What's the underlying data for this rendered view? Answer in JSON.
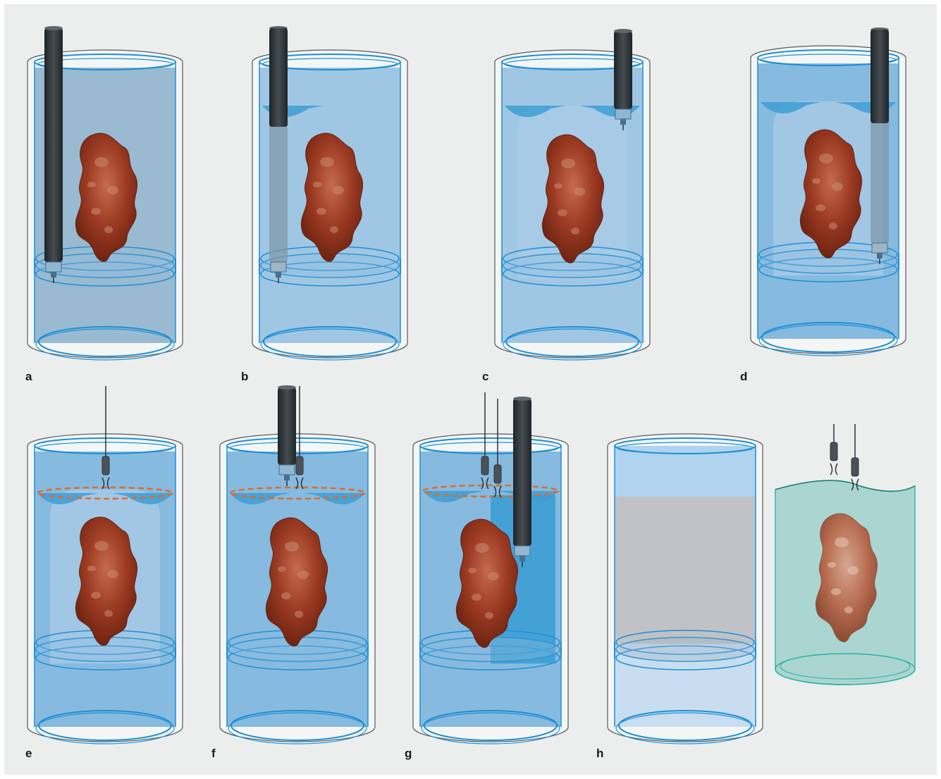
{
  "figure": {
    "panel_labels": [
      "a",
      "b",
      "c",
      "d",
      "e",
      "f",
      "g",
      "h"
    ]
  },
  "colors": {
    "background": "#eceeed",
    "outer_glass": "#f4f6f6",
    "glass_outline": "#555a5e",
    "blue_rim": "#1e8fd6",
    "liquid_light": "#9ac4e2",
    "liquid_mid": "#7fb6dc",
    "liquid_dark": "#3d9ed4",
    "probe": "#2e3438",
    "tissue": "#9b3a22",
    "gel_tint": "#a8d4d0",
    "gel_rim": "#2ab3a4",
    "cut_line": "#e06a2c",
    "gray_fill": "#c0c2c5"
  },
  "icons": {
    "probe": "ultrasound-probe-icon",
    "tissue": "tissue-specimen-icon",
    "hook": "suture-hook-icon"
  }
}
